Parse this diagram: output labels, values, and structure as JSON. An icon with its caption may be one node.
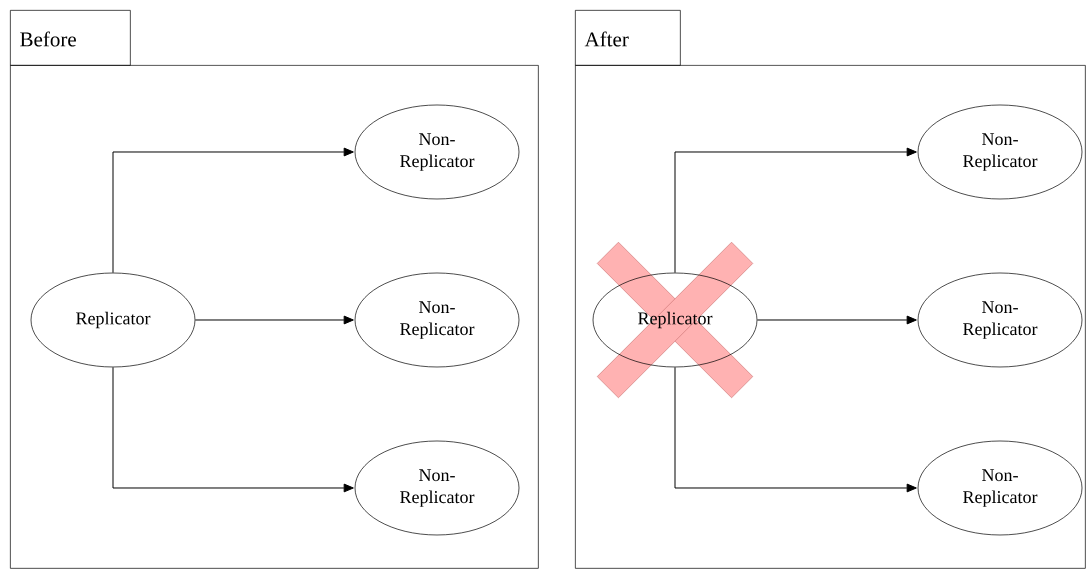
{
  "diagram": {
    "nodes": [
      {
        "text": [
          "Before"
        ]
      },
      {
        "text": [
          "Replicator"
        ],
        "in": 0
      },
      {
        "text": [
          "Non-Replicator"
        ],
        "in": 0
      },
      {
        "text": [
          "Non-Replicator"
        ],
        "in": 0
      },
      {
        "text": [
          "Non-Replicator"
        ],
        "in": 0
      },
      {
        "text": [
          "After"
        ]
      },
      {
        "text": [
          "Replicator"
        ],
        "in": 5
      },
      {
        "text": [
          "Non-Replicator"
        ],
        "in": 5
      },
      {
        "text": [
          "Non-Replicator"
        ],
        "in": 5
      },
      {
        "text": [
          "Non-Replicator"
        ],
        "in": 5
      }
    ],
    "edges": [
      {
        "from": 1,
        "to": 2,
        "arrow": "to"
      },
      {
        "from": 1,
        "to": 3,
        "arrow": "to"
      },
      {
        "from": 1,
        "to": 4,
        "arrow": "to"
      },
      {
        "from": 6,
        "to": 7,
        "arrow": "to"
      },
      {
        "from": 6,
        "to": 8,
        "arrow": "to"
      },
      {
        "from": 6,
        "to": 9,
        "arrow": "to"
      }
    ]
  }
}
